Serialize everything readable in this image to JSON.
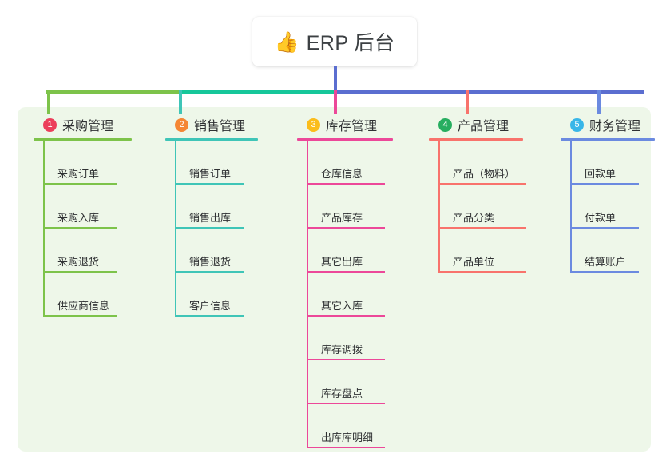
{
  "root": {
    "icon": "thumbs-up-icon",
    "icon_glyph": "👍",
    "title": "ERP 后台"
  },
  "colors": {
    "panel_background": "#eef7e9",
    "trunk": "#5b6ed0",
    "bar_segment_1": "#7dc34a",
    "bar_segment_2": "#16c79a",
    "bar_segment_3": "#5b6ed0"
  },
  "columns": [
    {
      "index": "1",
      "title": "采购管理",
      "badge_color": "#ec3f5b",
      "line_color": "#7dc34a",
      "leaf_rule_width": 92,
      "rule_width": 123,
      "items": [
        {
          "label": "采购订单"
        },
        {
          "label": "采购入库"
        },
        {
          "label": "采购退货"
        },
        {
          "label": "供应商信息"
        }
      ]
    },
    {
      "index": "2",
      "title": "销售管理",
      "badge_color": "#f58634",
      "line_color": "#3fc5b7",
      "leaf_rule_width": 86,
      "rule_width": 116,
      "items": [
        {
          "label": "销售订单"
        },
        {
          "label": "销售出库"
        },
        {
          "label": "销售退货"
        },
        {
          "label": "客户信息"
        }
      ]
    },
    {
      "index": "3",
      "title": "库存管理",
      "badge_color": "#fbbd1b",
      "line_color": "#ec4899",
      "leaf_rule_width": 98,
      "rule_width": 120,
      "items": [
        {
          "label": "仓库信息"
        },
        {
          "label": "产品库存"
        },
        {
          "label": "其它出库"
        },
        {
          "label": "其它入库"
        },
        {
          "label": "库存调拨"
        },
        {
          "label": "库存盘点"
        },
        {
          "label": "出库库明细"
        }
      ]
    },
    {
      "index": "4",
      "title": "产品管理",
      "badge_color": "#27ae60",
      "line_color": "#f8736c",
      "leaf_rule_width": 110,
      "rule_width": 118,
      "items": [
        {
          "label": "产品（物料）"
        },
        {
          "label": "产品分类"
        },
        {
          "label": "产品单位"
        }
      ]
    },
    {
      "index": "5",
      "title": "财务管理",
      "badge_color": "#38b6e8",
      "line_color": "#6b8ae0",
      "leaf_rule_width": 86,
      "rule_width": 118,
      "items": [
        {
          "label": "回款单"
        },
        {
          "label": "付款单"
        },
        {
          "label": "结算账户"
        }
      ]
    }
  ]
}
